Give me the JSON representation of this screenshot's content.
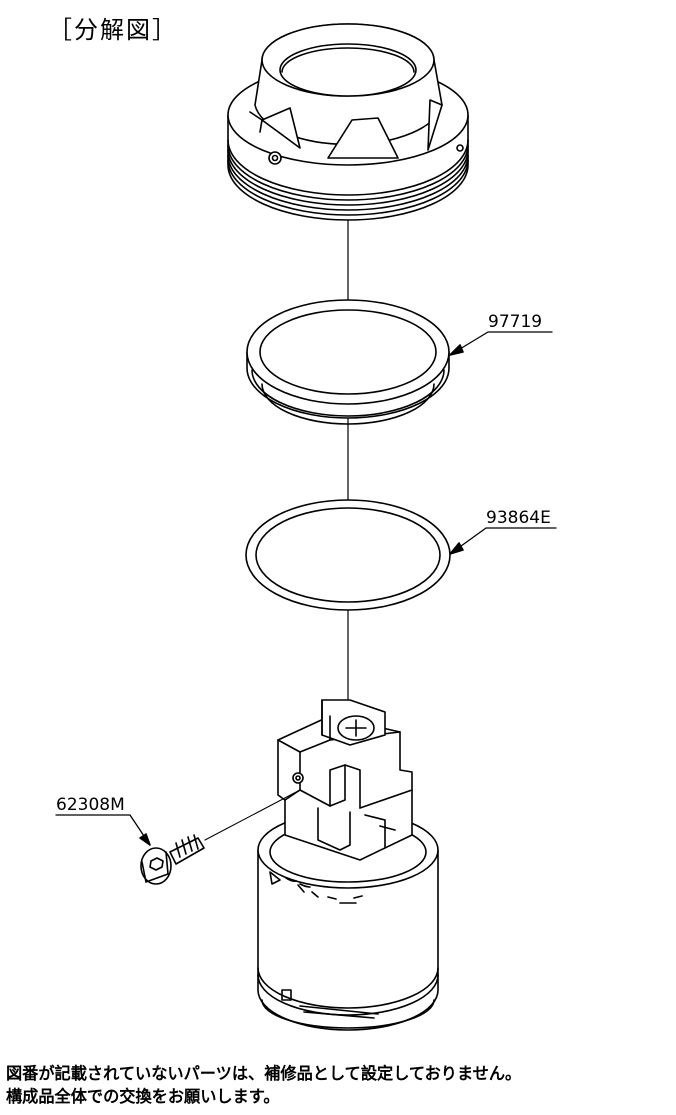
{
  "title": "［分解図］",
  "parts": [
    {
      "id": "ring-97719",
      "label": "97719"
    },
    {
      "id": "ring-93864e",
      "label": "93864E"
    },
    {
      "id": "screw-62308m",
      "label": "62308M"
    }
  ],
  "notes": [
    "図番が記載されていないパーツは、補修品として設定しておりません。",
    "構成品全体での交換をお願いします。"
  ],
  "colors": {
    "line": "#000000",
    "background": "#ffffff"
  }
}
